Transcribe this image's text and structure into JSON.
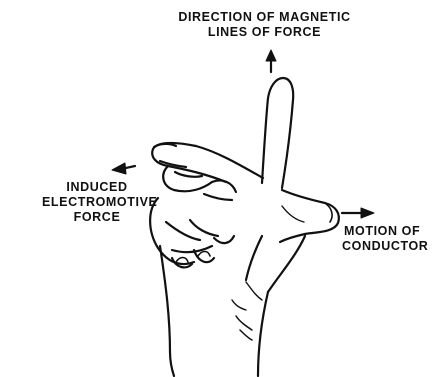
{
  "labels": {
    "magnetic": {
      "line1": "DIRECTION OF MAGNETIC",
      "line2": "LINES OF FORCE"
    },
    "emf": {
      "line1": "INDUCED",
      "line2": "ELECTROMOTIVE",
      "line3": "FORCE"
    },
    "motion": {
      "line1": "MOTION OF",
      "line2": "CONDUCTOR"
    }
  },
  "colors": {
    "ink": "#111111",
    "background": "#ffffff"
  }
}
